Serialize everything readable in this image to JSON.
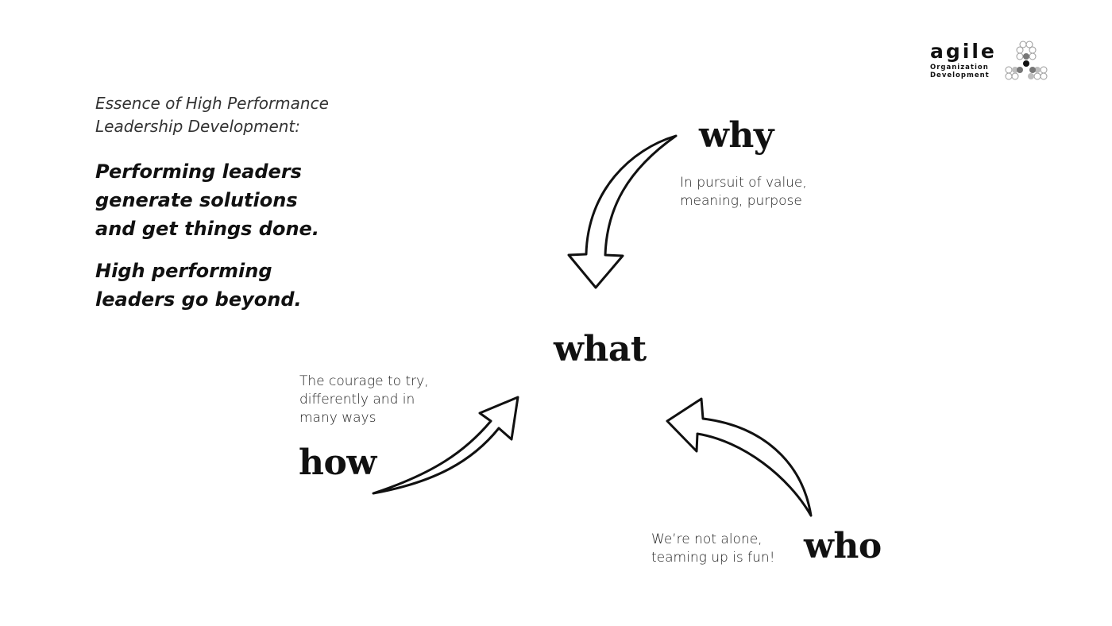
{
  "logo": {
    "word": "agile",
    "sub_line1": "Organization",
    "sub_line2": "Development",
    "mark_icon": "dot-triangle-logo-icon"
  },
  "intro": {
    "line1": "Essence of High Performance",
    "line2": "Leadership Development:"
  },
  "statements": [
    {
      "lines": [
        "Performing leaders",
        "generate solutions",
        "and get things done."
      ]
    },
    {
      "lines": [
        "High performing",
        "leaders go beyond."
      ]
    }
  ],
  "diagram": {
    "center": "what",
    "nodes": {
      "why": {
        "label": "why",
        "caption": [
          "In pursuit of value,",
          "meaning, purpose"
        ]
      },
      "how": {
        "label": "how",
        "caption": [
          "The courage to try,",
          "differently and in",
          "many ways"
        ]
      },
      "who": {
        "label": "who",
        "caption": [
          "We’re not alone,",
          "teaming up is fun!"
        ]
      }
    },
    "arrow_icon": "curved-arrow-icon"
  }
}
